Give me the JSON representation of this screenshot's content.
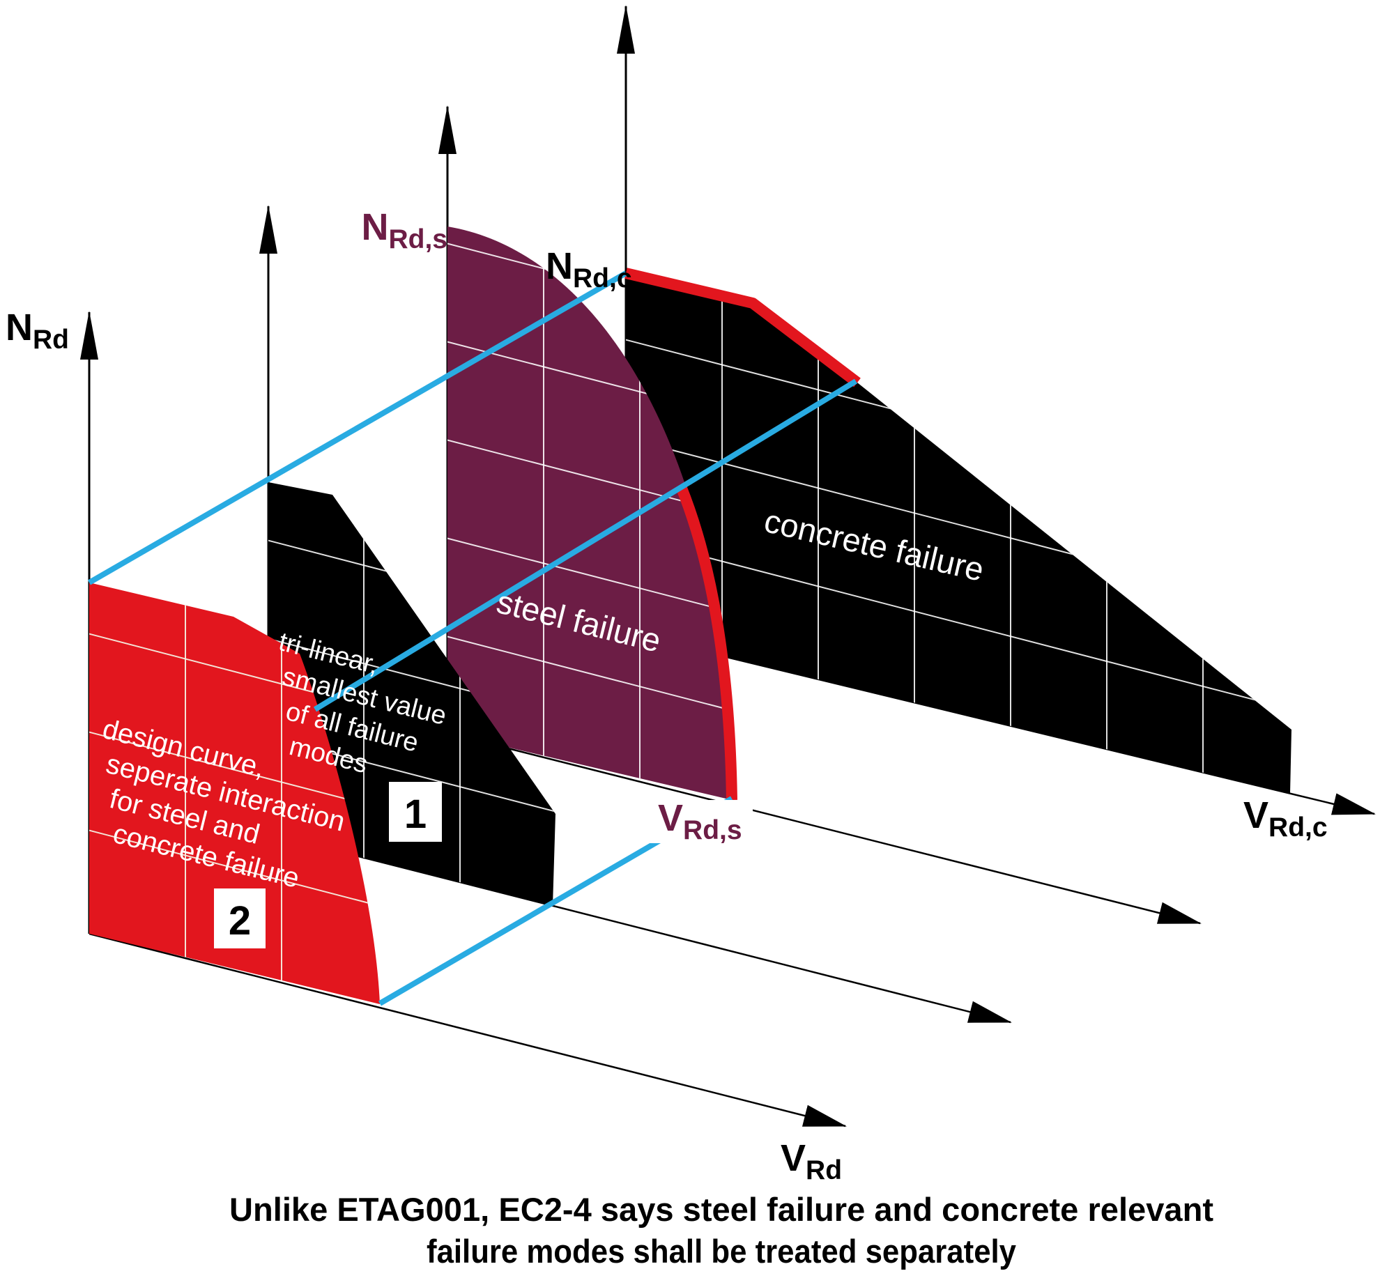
{
  "caption": {
    "line1": "Unlike ETAG001, EC2-4 says steel failure and concrete relevant",
    "line2": "failure modes shall be treated separately"
  },
  "axis_labels": {
    "n_rd": {
      "main": "N",
      "sub": "Rd"
    },
    "n_rd_s": {
      "main": "N",
      "sub": "Rd,s"
    },
    "n_rd_c": {
      "main": "N",
      "sub": "Rd,c"
    },
    "v_rd": {
      "main": "V",
      "sub": "Rd"
    },
    "v_rd_s": {
      "main": "V",
      "sub": "Rd,s"
    },
    "v_rd_c": {
      "main": "V",
      "sub": "Rd,c"
    }
  },
  "planes": {
    "design": {
      "number": "2",
      "lines": [
        "design curve,",
        "seperate interaction",
        "for steel and",
        "concrete failure"
      ]
    },
    "trilinear": {
      "number": "1",
      "lines": [
        "tri-linear,",
        "smallest value",
        "of all failure",
        "modes"
      ]
    },
    "steel": {
      "label": "steel failure"
    },
    "concrete": {
      "label": "concrete failure"
    }
  },
  "colors": {
    "design_red": "#E2161E",
    "steel_maroon": "#6C1D45",
    "projection_blue": "#29ABE2",
    "plane_black": "#000000",
    "grid_white": "#FFFFFF",
    "ink": "#000000"
  }
}
